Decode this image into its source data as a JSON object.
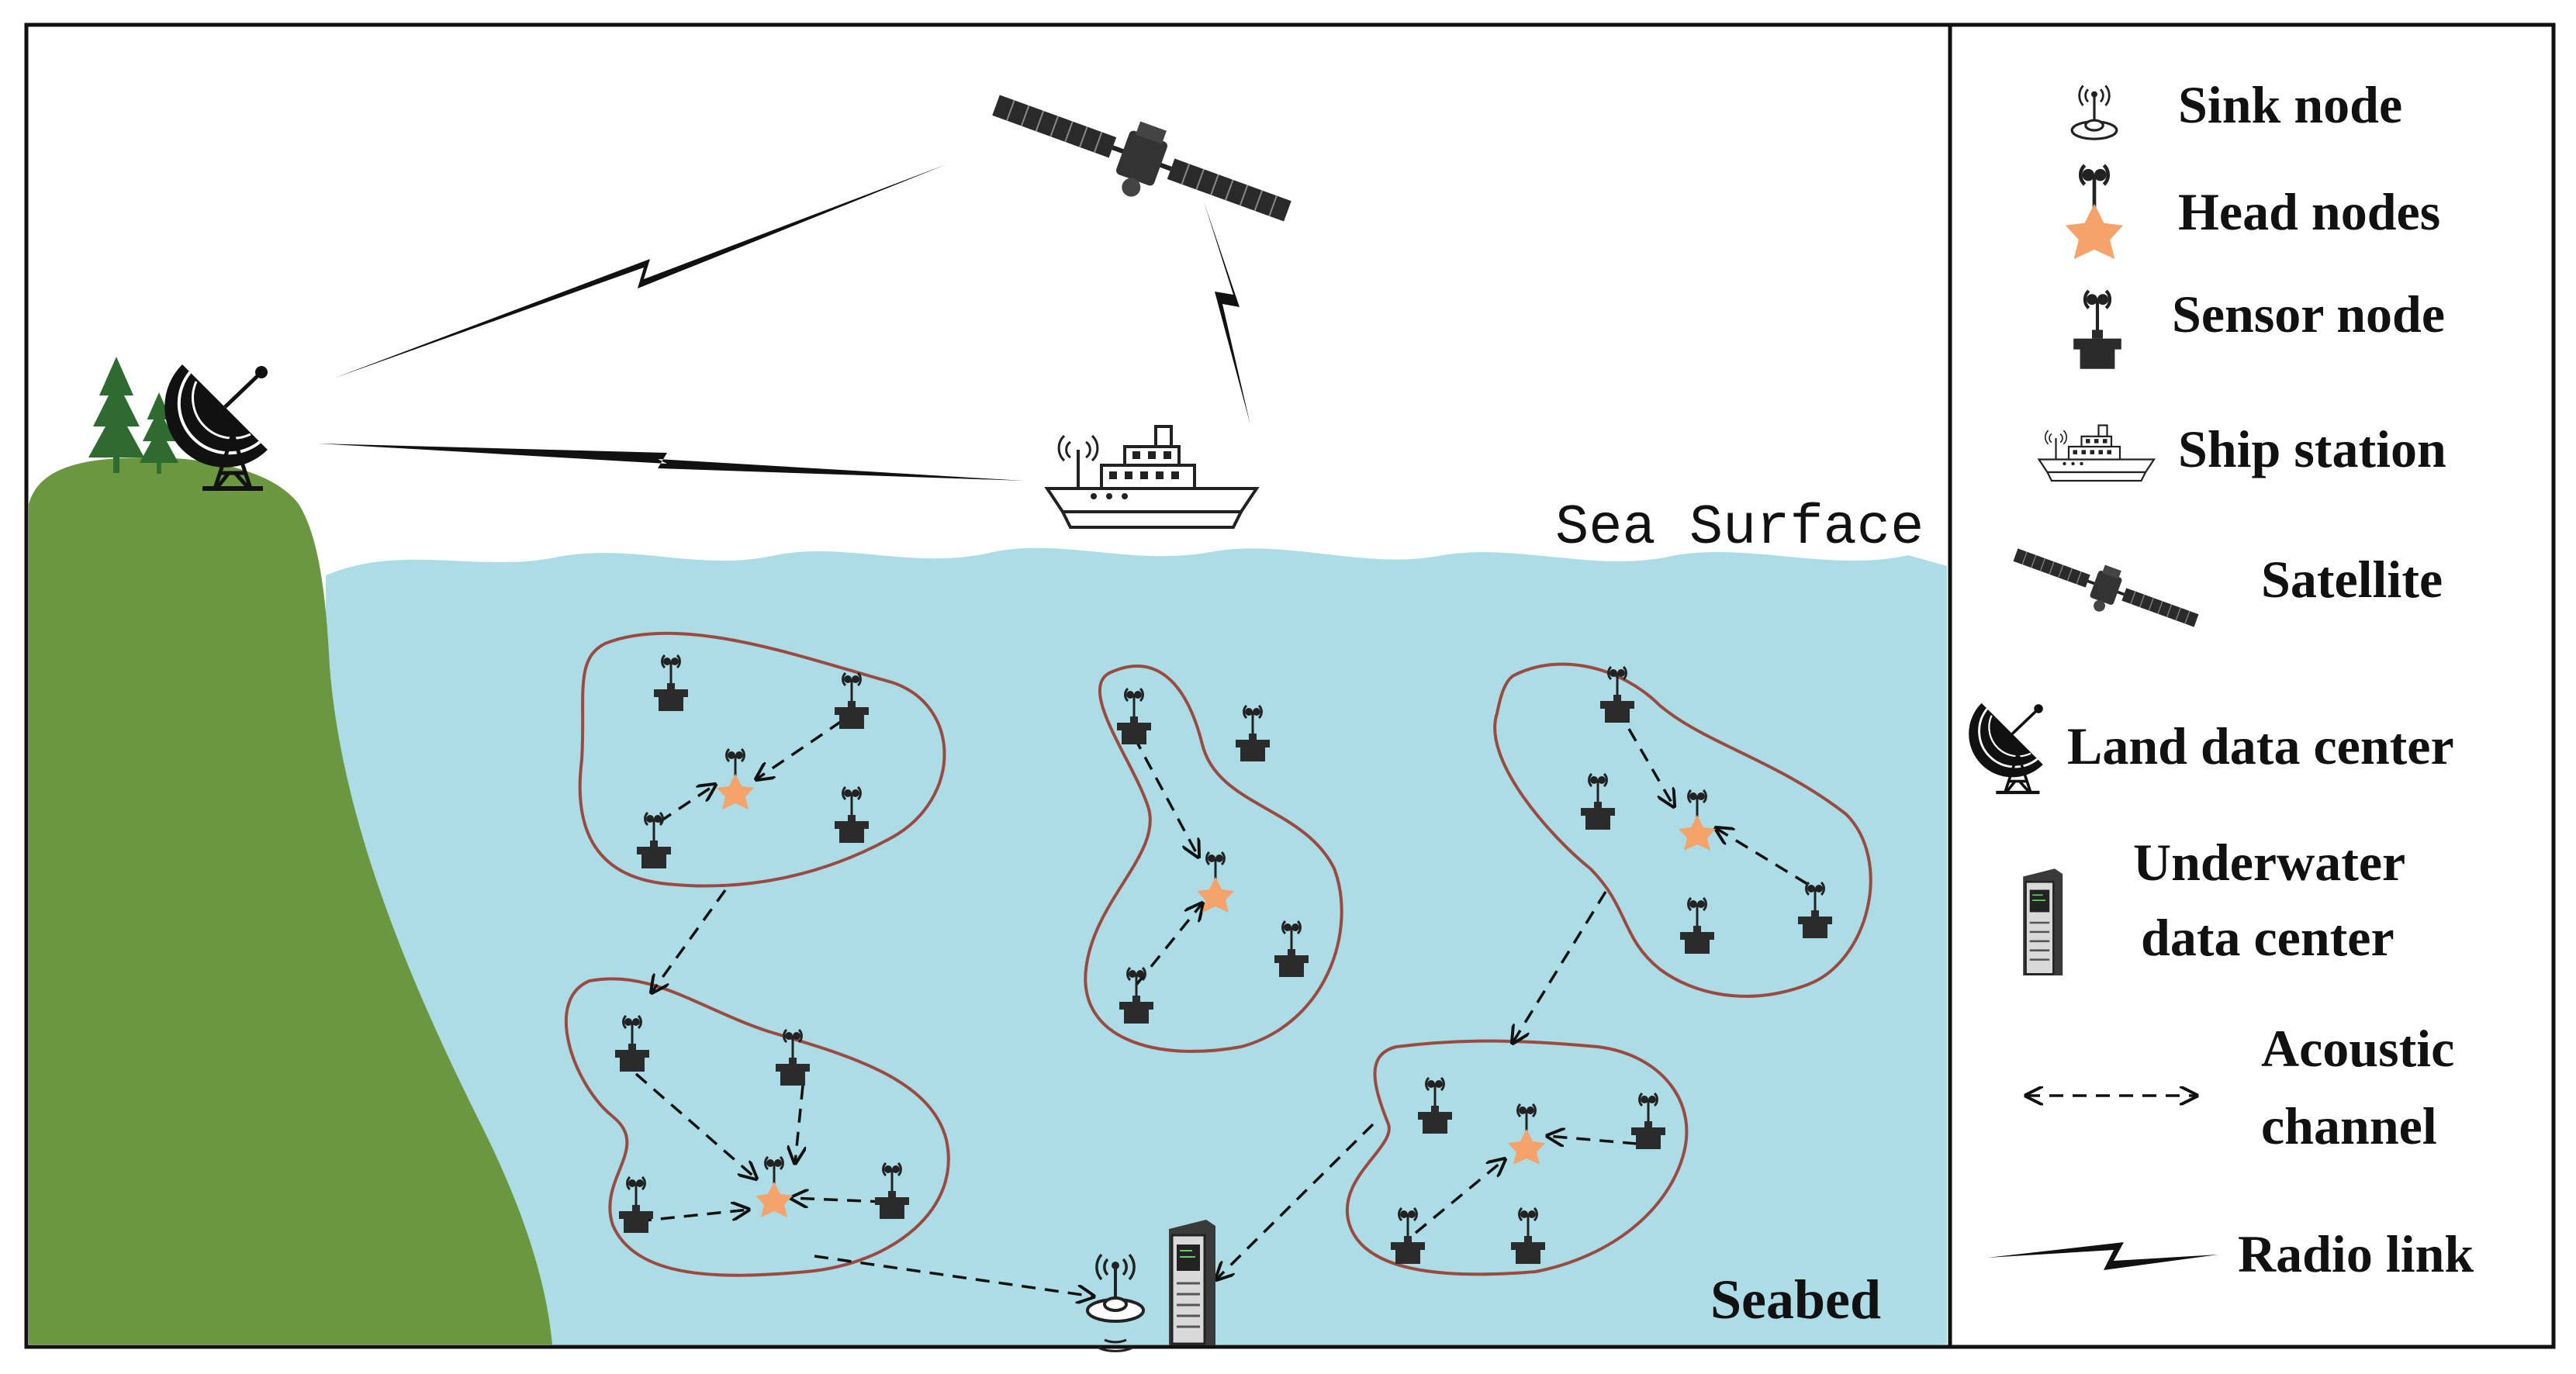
{
  "scene": {
    "sea_surface_label": "Sea Surface",
    "seabed_label": "Seabed"
  },
  "legend": {
    "items": [
      {
        "icon": "sink-node-icon",
        "label": "Sink node"
      },
      {
        "icon": "head-node-icon",
        "label": "Head nodes"
      },
      {
        "icon": "sensor-node-icon",
        "label": "Sensor node"
      },
      {
        "icon": "ship-station-icon",
        "label": "Ship station"
      },
      {
        "icon": "satellite-icon",
        "label": "Satellite"
      },
      {
        "icon": "land-data-center-icon",
        "label": "Land data center"
      },
      {
        "icon": "underwater-data-center-icon",
        "label_line1": "Underwater",
        "label_line2": "data center"
      },
      {
        "icon": "acoustic-channel-icon",
        "label_line1": "Acoustic",
        "label_line2": "channel"
      },
      {
        "icon": "radio-link-icon",
        "label": "Radio link"
      }
    ]
  },
  "colors": {
    "sea": "#acdde6",
    "land": "#6a9740",
    "tree": "#2f6b30",
    "head_node": "#f4a36b",
    "sensor_node": "#2b2b2b",
    "cluster_outline": "#9a4a40"
  }
}
